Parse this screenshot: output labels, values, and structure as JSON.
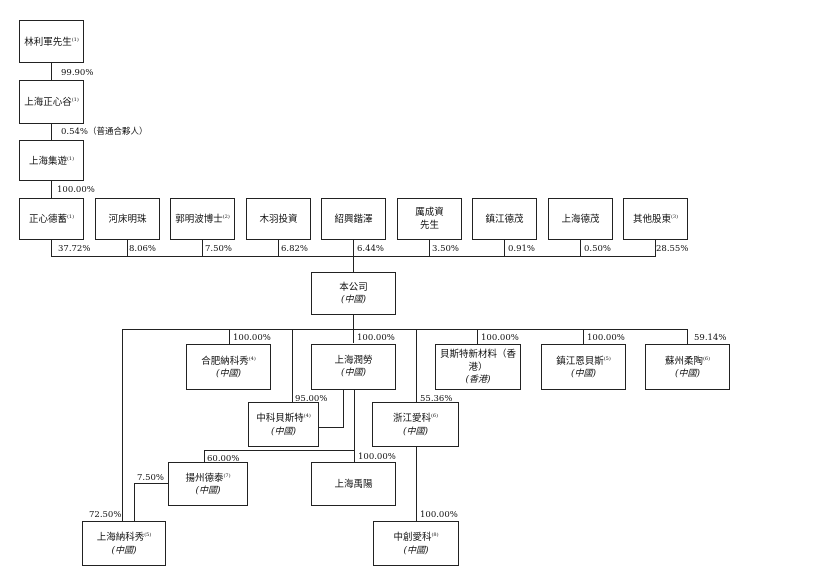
{
  "nodes": {
    "lin": {
      "name": "林利軍先生",
      "note": "(1)"
    },
    "sh_zxg": {
      "name": "上海正心谷",
      "note": "(1)"
    },
    "sh_jd": {
      "name": "上海集遊",
      "note": "(1)"
    },
    "zxdx": {
      "name": "正心德蓄",
      "note": "(1)"
    },
    "hczm": {
      "name": "河床明珠"
    },
    "guo": {
      "name": "郭明波博士",
      "note": "(2)"
    },
    "muyu": {
      "name": "木羽投資"
    },
    "shaoxing": {
      "name": "紹興鍇澤"
    },
    "licheng": {
      "name1": "厲成資",
      "name2": "先生"
    },
    "zhenjiang_dm": {
      "name": "鎮江德茂"
    },
    "sh_dm": {
      "name": "上海德茂"
    },
    "others": {
      "name": "其他股東",
      "note": "(3)"
    },
    "company": {
      "name": "本公司",
      "sub": "(中國)"
    },
    "hefei": {
      "name": "合肥納科秀",
      "note": "(4)",
      "sub": "(中國)"
    },
    "sh_rs": {
      "name": "上海潤勞",
      "sub": "(中國)"
    },
    "bst_hk": {
      "name": "貝斯特新材料（香港）",
      "sub": "(香港)"
    },
    "zj_ebs": {
      "name": "鎮江恩貝斯",
      "note": "(5)",
      "sub": "(中國)"
    },
    "sz_rt": {
      "name": "蘇州柔陶",
      "note": "(6)",
      "sub": "(中國)"
    },
    "zk_bst": {
      "name": "中科貝斯特",
      "note": "(4)",
      "sub": "(中國)"
    },
    "zj_ak": {
      "name": "浙江愛科",
      "note": "(6)",
      "sub": "(中國)"
    },
    "yz_dt": {
      "name": "揚州德泰",
      "note": "(7)",
      "sub": "(中國)"
    },
    "sh_yy": {
      "name": "上海禹陽"
    },
    "sh_nks": {
      "name": "上海納科秀",
      "note": "(5)",
      "sub": "(中國)"
    },
    "zc_ak": {
      "name": "中創愛科",
      "note": "(8)",
      "sub": "(中國)"
    }
  },
  "percentages": {
    "lin_to_zxg": "99.90%",
    "zxg_to_jd": "0.54%（普通合夥人）",
    "jd_to_zxdx": "100.00%",
    "zxdx": "37.72%",
    "hczm": "8.06%",
    "guo": "7.50%",
    "muyu": "6.82%",
    "shaoxing": "6.44%",
    "licheng": "3.50%",
    "zhenjiang_dm": "0.91%",
    "sh_dm": "0.50%",
    "others": "28.55%",
    "hefei": "100.00%",
    "sh_rs": "100.00%",
    "bst_hk": "100.00%",
    "zj_ebs": "100.00%",
    "sz_rt": "59.14%",
    "zk_bst": "95.00%",
    "zj_ak": "55.36%",
    "yz_dt": "60.00%",
    "sh_yy": "100.00%",
    "sh_nks_a": "7.50%",
    "sh_nks_b": "72.50%",
    "zc_ak": "100.00%"
  }
}
